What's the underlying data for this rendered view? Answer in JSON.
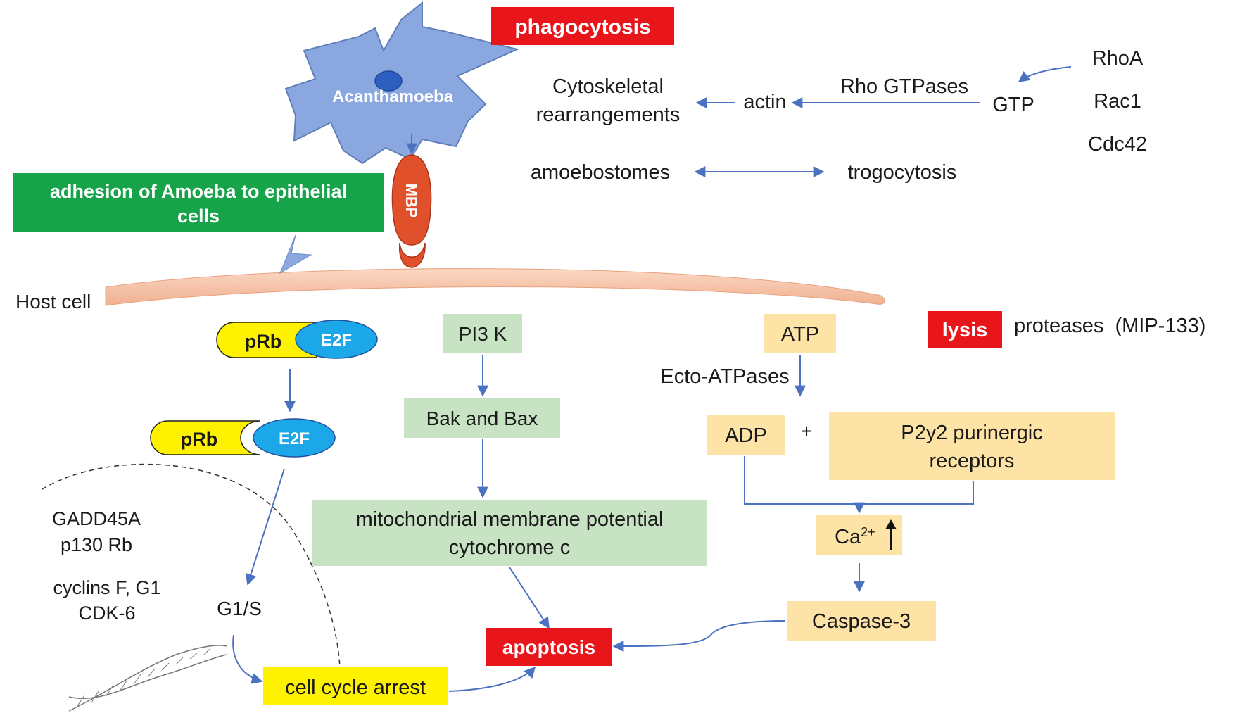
{
  "colors": {
    "amoeba": "#8aa8df",
    "mbp": "#e0502a",
    "membrane": "#f5c3a8",
    "green_label": "#16a34a",
    "red_label": "#e8151b",
    "pale_green": "#c7e3c4",
    "pale_yellow": "#fde4a6",
    "yellow": "#fff200",
    "e2f_blue": "#1ca8e8",
    "arrow": "#4a72c0"
  },
  "amoeba": {
    "label": "Acanthamoeba"
  },
  "mbp": {
    "label": "MBP"
  },
  "labels": {
    "phagocytosis": "phagocytosis",
    "adhesion_line1": "adhesion of Amoeba to epithelial",
    "adhesion_line2": "cells",
    "host_cell": "Host cell",
    "lysis": "lysis",
    "proteases": "proteases  (MIP-133)",
    "apoptosis": "apoptosis"
  },
  "top_pathway": {
    "cytoskeletal_line1": "Cytoskeletal",
    "cytoskeletal_line2": "rearrangements",
    "actin": "actin",
    "rho_gtpases": "Rho GTPases",
    "gtp": "GTP",
    "rhoa": "RhoA",
    "rac1": "Rac1",
    "cdc42": "Cdc42",
    "amoebostomes": "amoebostomes",
    "trogocytosis": "trogocytosis"
  },
  "cell_cycle": {
    "prb": "pRb",
    "e2f": "E2F",
    "gadd45a": "GADD45A",
    "p130": "p130 Rb",
    "cyclins": "cyclins F, G1",
    "cdk6": "CDK-6",
    "g1s": "G1/S",
    "arrest": "cell cycle arrest"
  },
  "mito": {
    "pi3k": "PI3 K",
    "bak_bax": "Bak and Bax",
    "mmp_line1": "mitochondrial membrane potential",
    "mmp_line2": "cytochrome c"
  },
  "purinergic": {
    "atp": "ATP",
    "ecto": "Ecto-ATPases",
    "adp": "ADP",
    "plus": "+",
    "p2y2_line1": "P2y2 purinergic",
    "p2y2_line2": "receptors",
    "ca": "Ca",
    "ca_sup": "2+",
    "caspase": "Caspase-3"
  }
}
